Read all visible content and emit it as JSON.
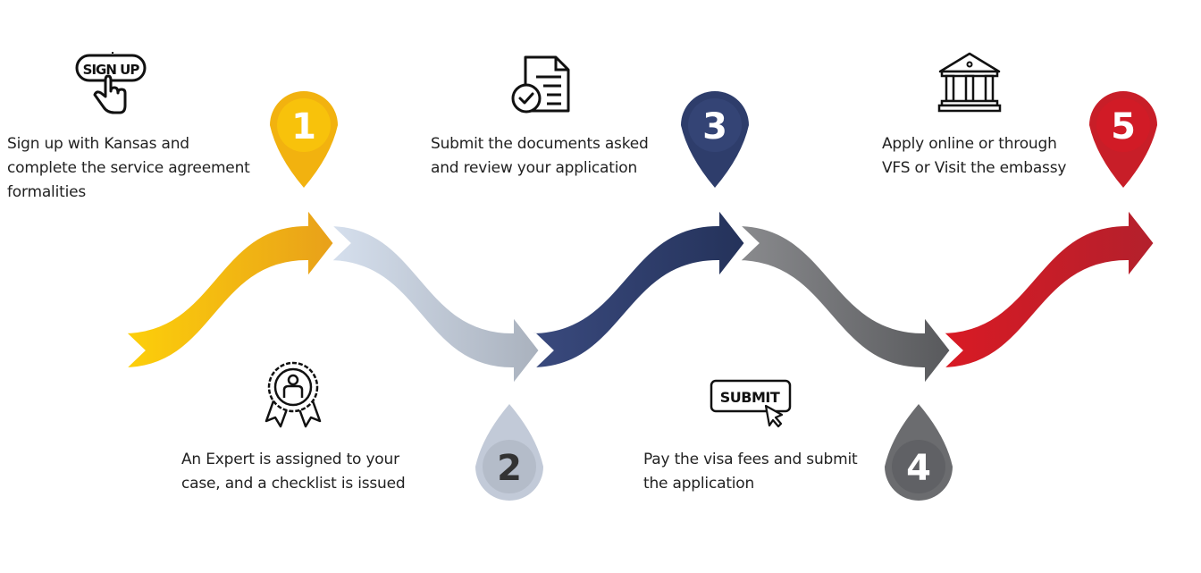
{
  "steps": [
    {
      "number": "1",
      "lines": [
        "Sign up with Kansas and",
        "complete the service agreement",
        "formalities"
      ],
      "icon": "sign-up-icon",
      "icon_text": "SIGN UP",
      "color": "#f2b20f",
      "gradient": [
        "#fdd00a",
        "#e8a01a"
      ],
      "number_color": "#ffffff"
    },
    {
      "number": "2",
      "lines": [
        "An Expert is assigned to your",
        "case, and a checklist is issued"
      ],
      "icon": "award-badge-icon",
      "color": "#c2cad8",
      "gradient": [
        "#d6e0ee",
        "#a9b1bd"
      ],
      "number_color": "#333333"
    },
    {
      "number": "3",
      "lines": [
        "Submit the documents asked",
        "and review your application"
      ],
      "icon": "document-check-icon",
      "color": "#2e3d6b",
      "gradient": [
        "#3a4a7e",
        "#24325a"
      ],
      "number_color": "#ffffff"
    },
    {
      "number": "4",
      "lines": [
        "Pay the visa fees and submit",
        "the application"
      ],
      "icon": "submit-button-icon",
      "icon_text": "SUBMIT",
      "color": "#6b6c6f",
      "gradient": [
        "#8a8b8e",
        "#58595c"
      ],
      "number_color": "#ffffff"
    },
    {
      "number": "5",
      "lines": [
        "Apply online or through",
        "VFS or Visit the embassy"
      ],
      "icon": "embassy-building-icon",
      "color": "#c81e28",
      "gradient": [
        "#d91a24",
        "#b3202c"
      ],
      "number_color": "#ffffff"
    }
  ]
}
